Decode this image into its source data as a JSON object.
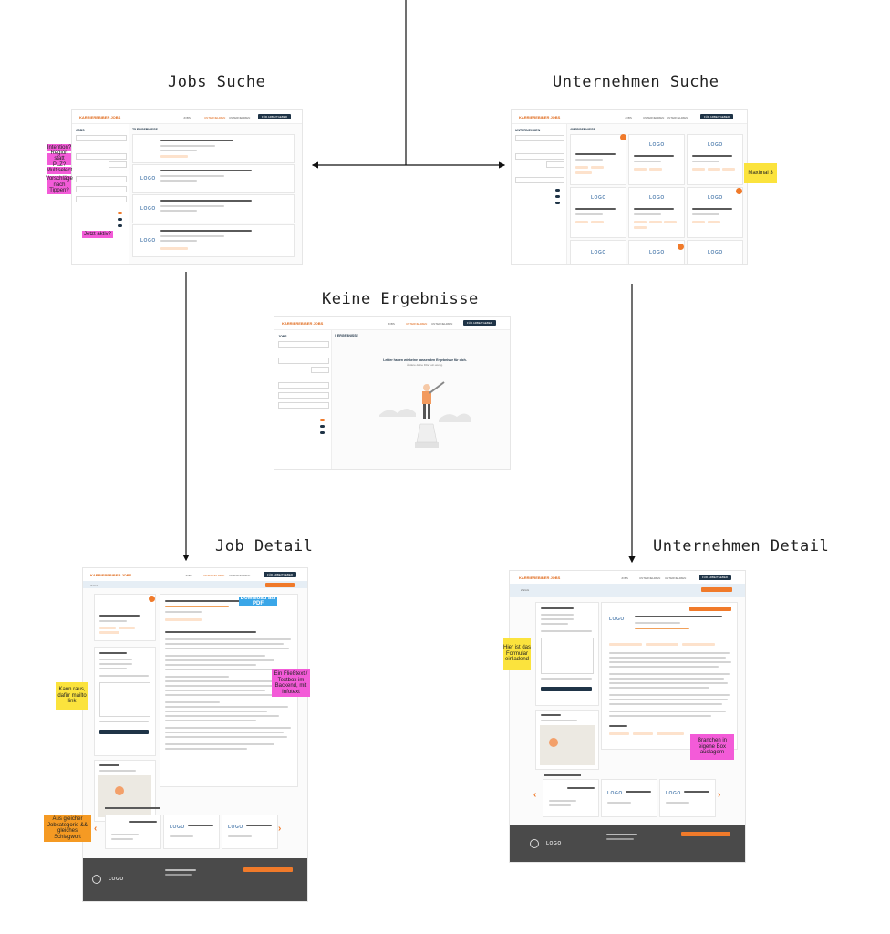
{
  "titles": {
    "jobs_suche": "Jobs Suche",
    "unternehmen_suche": "Unternehmen Suche",
    "keine_ergebnisse": "Keine Ergebnisse",
    "job_detail": "Job Detail",
    "unternehmen_detail": "Unternehmen Detail"
  },
  "brand": "KARRIEREBIBER JOBS",
  "nav": {
    "jobs": "JOBS",
    "unternehmen": "UNTERNEHMEN",
    "button": "FÜR ARBEITGEBER"
  },
  "jobs_suche": {
    "sidebar_title": "JOBS",
    "results_heading": "75 ERGEBNISSE",
    "logo": "LOGO",
    "stickies": [
      "Intention?",
      "Region statt PLZ?",
      "Multiselect",
      "Vorschläge nach Tippen?",
      "Jetzt aktiv?"
    ]
  },
  "unternehmen_suche": {
    "sidebar_title": "UNTERNEHMEN",
    "results_heading": "40 ERGEBNISSE",
    "logo": "LOGO",
    "sticky": "Maximal 3"
  },
  "keine": {
    "sidebar_title": "JOBS",
    "results_heading": "0 ERGEBNISSE",
    "message_line1": "Leider haben wir keine passenden Ergebnisse für dich.",
    "message_line2": "Ändere deine Filter ein wenig."
  },
  "job_detail": {
    "back": "Zurück",
    "logo": "LOGO",
    "stickies": {
      "download": "Download als PDF",
      "fliesstext": "Ein Fließtext / Textbox im Backend, mit Infotext",
      "kann_raus": "Kann raus, dafür mailto link",
      "aus_gleicher": "Aus gleicher Jobkategorie && gleiches Schlagwort"
    }
  },
  "unternehmen_detail": {
    "back": "Zurück",
    "logo": "LOGO",
    "stickies": {
      "formular": "Hier ist das Formular einladend",
      "branchen": "Branchen in eigene Box auslagern"
    }
  },
  "colors": {
    "accent": "#f07a2a",
    "navy": "#1f3447",
    "pink_sticky": "#f35bd8",
    "yellow_sticky": "#fbe33d",
    "orange_sticky": "#f59a23",
    "blue_sticky": "#3aa6e8"
  }
}
